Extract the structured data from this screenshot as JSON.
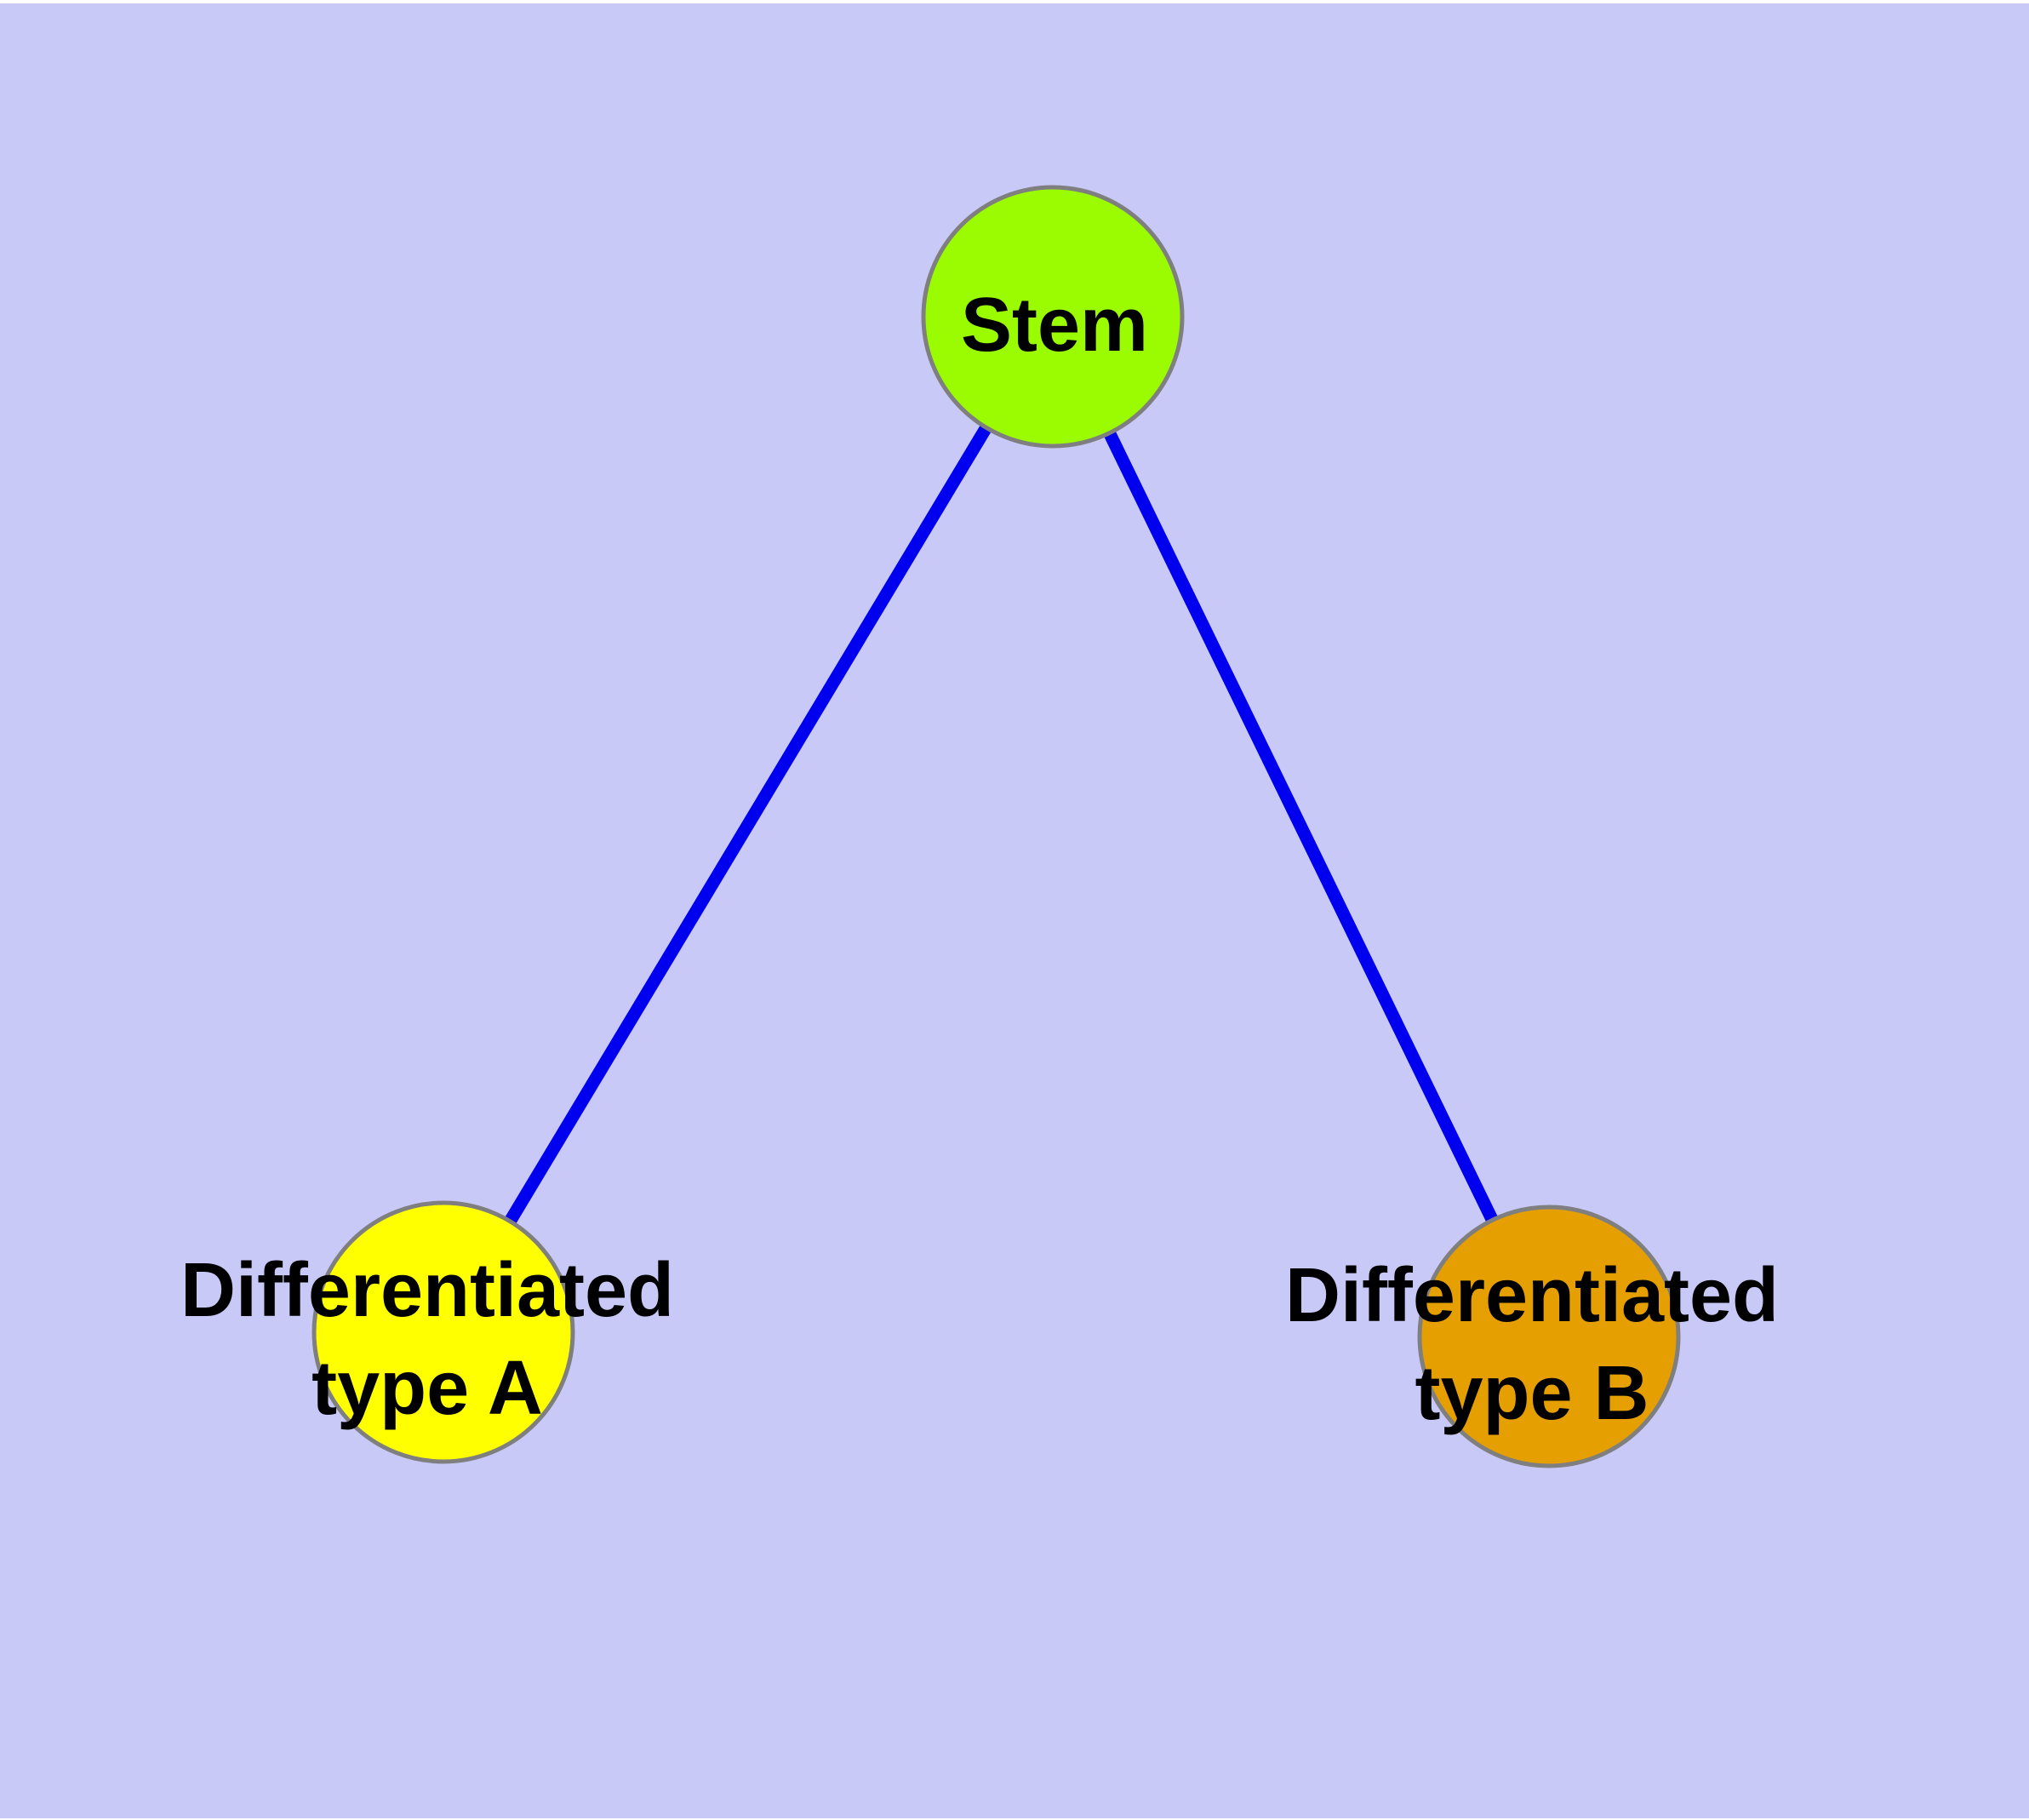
{
  "canvas": {
    "background_color": "#c9c9f8",
    "top_margin_color": "#ffffff"
  },
  "graph": {
    "type": "node-link-diagram",
    "edge_color": "#0000ee",
    "node_border_color": "#7f7f7f",
    "label_color": "#000000",
    "nodes": [
      {
        "id": "stem",
        "label": "Stem",
        "color": "#9bfb00"
      },
      {
        "id": "diff-a",
        "label_lines": [
          "Differentiated",
          "type A"
        ],
        "color": "#ffff00"
      },
      {
        "id": "diff-b",
        "label_lines": [
          "Differentiated",
          "type B"
        ],
        "color": "#e69f00"
      }
    ],
    "edges": [
      {
        "from": "stem",
        "to": "diff-a"
      },
      {
        "from": "stem",
        "to": "diff-b"
      }
    ]
  }
}
